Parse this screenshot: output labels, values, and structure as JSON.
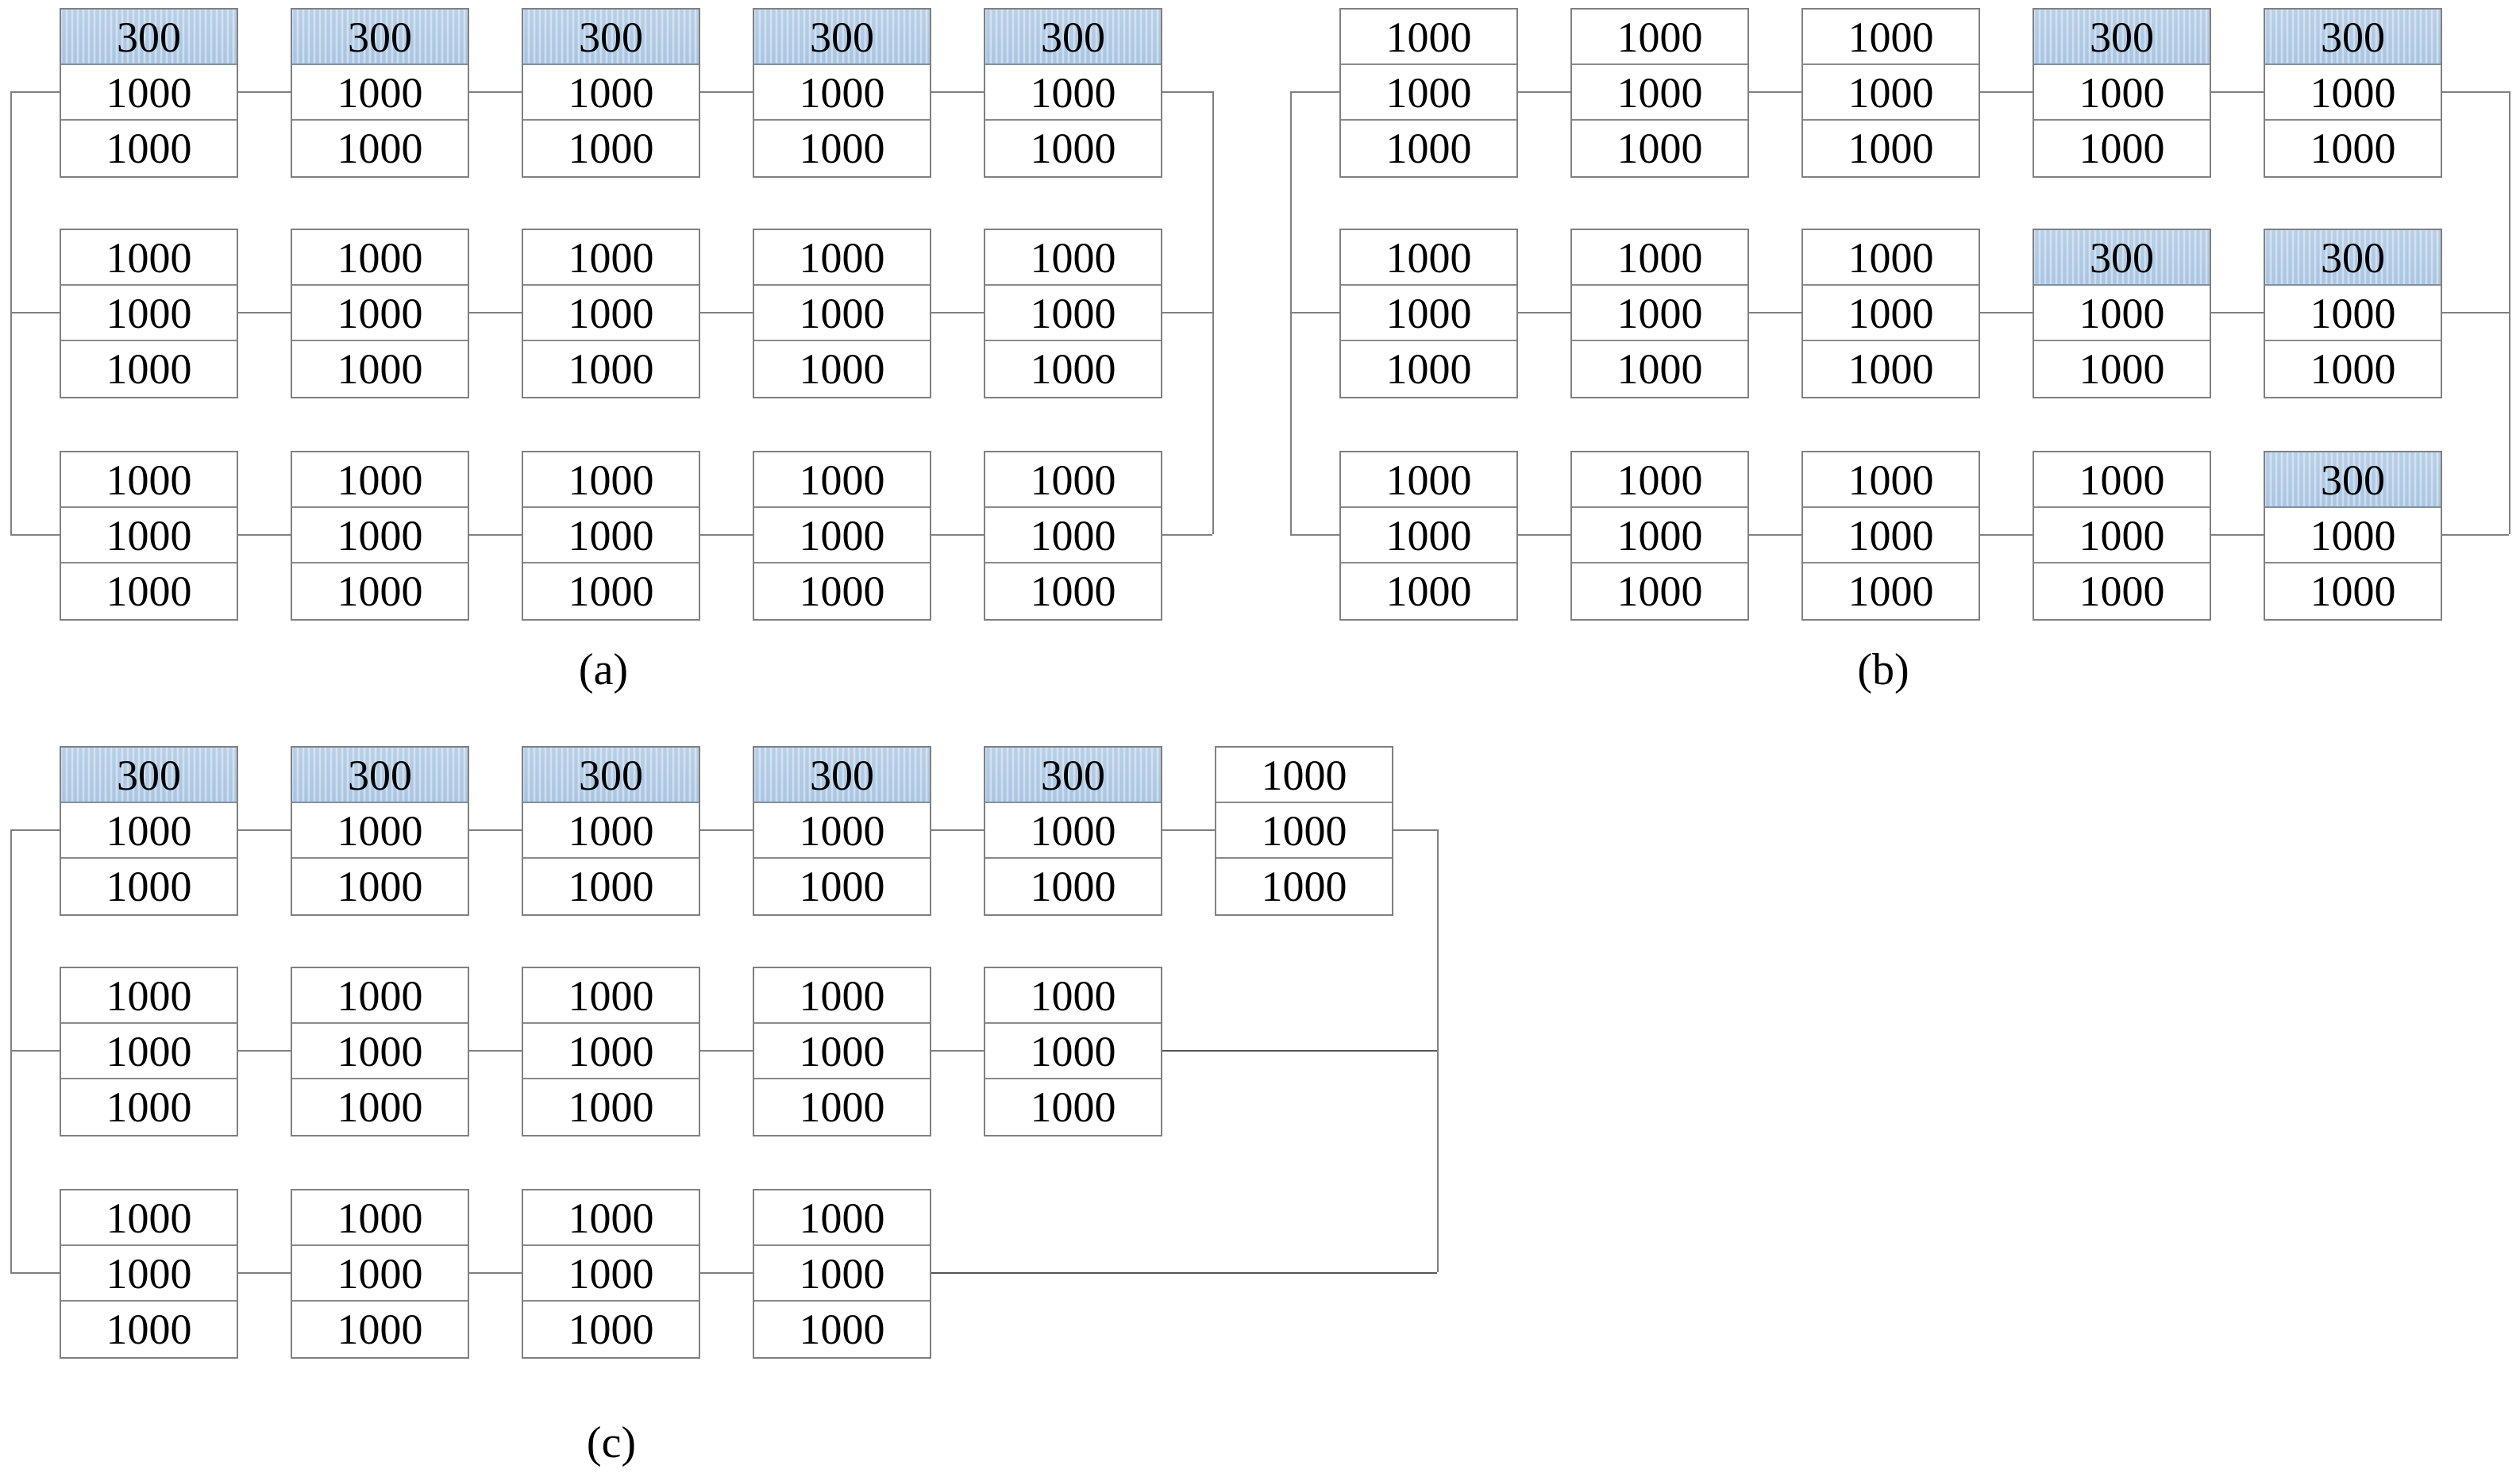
{
  "figure": {
    "cell_value_normal": "1000",
    "cell_value_highlight": "300",
    "highlight_color": "#aecbe6",
    "border_color": "#808080",
    "wire_color": "#808080",
    "captions": {
      "a": "(a)",
      "b": "(b)",
      "c": "(c)"
    }
  },
  "panels": [
    {
      "id": "a",
      "caption": "(a)",
      "rows": [
        {
          "blocks": [
            {
              "cells": [
                "300",
                "1000",
                "1000"
              ],
              "highlight": [
                true,
                false,
                false
              ]
            },
            {
              "cells": [
                "300",
                "1000",
                "1000"
              ],
              "highlight": [
                true,
                false,
                false
              ]
            },
            {
              "cells": [
                "300",
                "1000",
                "1000"
              ],
              "highlight": [
                true,
                false,
                false
              ]
            },
            {
              "cells": [
                "300",
                "1000",
                "1000"
              ],
              "highlight": [
                true,
                false,
                false
              ]
            },
            {
              "cells": [
                "300",
                "1000",
                "1000"
              ],
              "highlight": [
                true,
                false,
                false
              ]
            }
          ]
        },
        {
          "blocks": [
            {
              "cells": [
                "1000",
                "1000",
                "1000"
              ],
              "highlight": [
                false,
                false,
                false
              ]
            },
            {
              "cells": [
                "1000",
                "1000",
                "1000"
              ],
              "highlight": [
                false,
                false,
                false
              ]
            },
            {
              "cells": [
                "1000",
                "1000",
                "1000"
              ],
              "highlight": [
                false,
                false,
                false
              ]
            },
            {
              "cells": [
                "1000",
                "1000",
                "1000"
              ],
              "highlight": [
                false,
                false,
                false
              ]
            },
            {
              "cells": [
                "1000",
                "1000",
                "1000"
              ],
              "highlight": [
                false,
                false,
                false
              ]
            }
          ]
        },
        {
          "blocks": [
            {
              "cells": [
                "1000",
                "1000",
                "1000"
              ],
              "highlight": [
                false,
                false,
                false
              ]
            },
            {
              "cells": [
                "1000",
                "1000",
                "1000"
              ],
              "highlight": [
                false,
                false,
                false
              ]
            },
            {
              "cells": [
                "1000",
                "1000",
                "1000"
              ],
              "highlight": [
                false,
                false,
                false
              ]
            },
            {
              "cells": [
                "1000",
                "1000",
                "1000"
              ],
              "highlight": [
                false,
                false,
                false
              ]
            },
            {
              "cells": [
                "1000",
                "1000",
                "1000"
              ],
              "highlight": [
                false,
                false,
                false
              ]
            }
          ]
        }
      ]
    },
    {
      "id": "b",
      "caption": "(b)",
      "rows": [
        {
          "blocks": [
            {
              "cells": [
                "1000",
                "1000",
                "1000"
              ],
              "highlight": [
                false,
                false,
                false
              ]
            },
            {
              "cells": [
                "1000",
                "1000",
                "1000"
              ],
              "highlight": [
                false,
                false,
                false
              ]
            },
            {
              "cells": [
                "1000",
                "1000",
                "1000"
              ],
              "highlight": [
                false,
                false,
                false
              ]
            },
            {
              "cells": [
                "300",
                "1000",
                "1000"
              ],
              "highlight": [
                true,
                false,
                false
              ]
            },
            {
              "cells": [
                "300",
                "1000",
                "1000"
              ],
              "highlight": [
                true,
                false,
                false
              ]
            }
          ]
        },
        {
          "blocks": [
            {
              "cells": [
                "1000",
                "1000",
                "1000"
              ],
              "highlight": [
                false,
                false,
                false
              ]
            },
            {
              "cells": [
                "1000",
                "1000",
                "1000"
              ],
              "highlight": [
                false,
                false,
                false
              ]
            },
            {
              "cells": [
                "1000",
                "1000",
                "1000"
              ],
              "highlight": [
                false,
                false,
                false
              ]
            },
            {
              "cells": [
                "300",
                "1000",
                "1000"
              ],
              "highlight": [
                true,
                false,
                false
              ]
            },
            {
              "cells": [
                "300",
                "1000",
                "1000"
              ],
              "highlight": [
                true,
                false,
                false
              ]
            }
          ]
        },
        {
          "blocks": [
            {
              "cells": [
                "1000",
                "1000",
                "1000"
              ],
              "highlight": [
                false,
                false,
                false
              ]
            },
            {
              "cells": [
                "1000",
                "1000",
                "1000"
              ],
              "highlight": [
                false,
                false,
                false
              ]
            },
            {
              "cells": [
                "1000",
                "1000",
                "1000"
              ],
              "highlight": [
                false,
                false,
                false
              ]
            },
            {
              "cells": [
                "1000",
                "1000",
                "1000"
              ],
              "highlight": [
                false,
                false,
                false
              ]
            },
            {
              "cells": [
                "300",
                "1000",
                "1000"
              ],
              "highlight": [
                true,
                false,
                false
              ]
            }
          ]
        }
      ]
    },
    {
      "id": "c",
      "caption": "(c)",
      "rows": [
        {
          "blocks": [
            {
              "cells": [
                "300",
                "1000",
                "1000"
              ],
              "highlight": [
                true,
                false,
                false
              ]
            },
            {
              "cells": [
                "300",
                "1000",
                "1000"
              ],
              "highlight": [
                true,
                false,
                false
              ]
            },
            {
              "cells": [
                "300",
                "1000",
                "1000"
              ],
              "highlight": [
                true,
                false,
                false
              ]
            },
            {
              "cells": [
                "300",
                "1000",
                "1000"
              ],
              "highlight": [
                true,
                false,
                false
              ]
            },
            {
              "cells": [
                "300",
                "1000",
                "1000"
              ],
              "highlight": [
                true,
                false,
                false
              ]
            },
            {
              "cells": [
                "1000",
                "1000",
                "1000"
              ],
              "highlight": [
                false,
                false,
                false
              ]
            }
          ]
        },
        {
          "blocks": [
            {
              "cells": [
                "1000",
                "1000",
                "1000"
              ],
              "highlight": [
                false,
                false,
                false
              ]
            },
            {
              "cells": [
                "1000",
                "1000",
                "1000"
              ],
              "highlight": [
                false,
                false,
                false
              ]
            },
            {
              "cells": [
                "1000",
                "1000",
                "1000"
              ],
              "highlight": [
                false,
                false,
                false
              ]
            },
            {
              "cells": [
                "1000",
                "1000",
                "1000"
              ],
              "highlight": [
                false,
                false,
                false
              ]
            },
            {
              "cells": [
                "1000",
                "1000",
                "1000"
              ],
              "highlight": [
                false,
                false,
                false
              ]
            }
          ]
        },
        {
          "blocks": [
            {
              "cells": [
                "1000",
                "1000",
                "1000"
              ],
              "highlight": [
                false,
                false,
                false
              ]
            },
            {
              "cells": [
                "1000",
                "1000",
                "1000"
              ],
              "highlight": [
                false,
                false,
                false
              ]
            },
            {
              "cells": [
                "1000",
                "1000",
                "1000"
              ],
              "highlight": [
                false,
                false,
                false
              ]
            },
            {
              "cells": [
                "1000",
                "1000",
                "1000"
              ],
              "highlight": [
                false,
                false,
                false
              ]
            }
          ]
        }
      ]
    }
  ],
  "chart_data": {
    "type": "diagram",
    "title": "",
    "description": "Three memory-bank layouts (a), (b), (c) of 3-cell blocks chained by bus wires; highlighted cells hold value 300, the rest hold 1000.",
    "cell_values": {
      "highlight": 300,
      "normal": 1000
    },
    "panels": {
      "a": {
        "rows": 3,
        "cols_per_row": [
          5,
          5,
          5
        ],
        "highlighted_cells": [
          [
            1,
            1
          ],
          [
            1,
            2
          ],
          [
            1,
            3
          ],
          [
            1,
            4
          ],
          [
            1,
            5
          ]
        ]
      },
      "b": {
        "rows": 3,
        "cols_per_row": [
          5,
          5,
          5
        ],
        "highlighted_cells": [
          [
            1,
            4
          ],
          [
            1,
            5
          ],
          [
            2,
            4
          ],
          [
            2,
            5
          ],
          [
            3,
            5
          ]
        ]
      },
      "c": {
        "rows": 3,
        "cols_per_row": [
          6,
          5,
          4
        ],
        "highlighted_cells": [
          [
            1,
            1
          ],
          [
            1,
            2
          ],
          [
            1,
            3
          ],
          [
            1,
            4
          ],
          [
            1,
            5
          ]
        ]
      }
    }
  }
}
